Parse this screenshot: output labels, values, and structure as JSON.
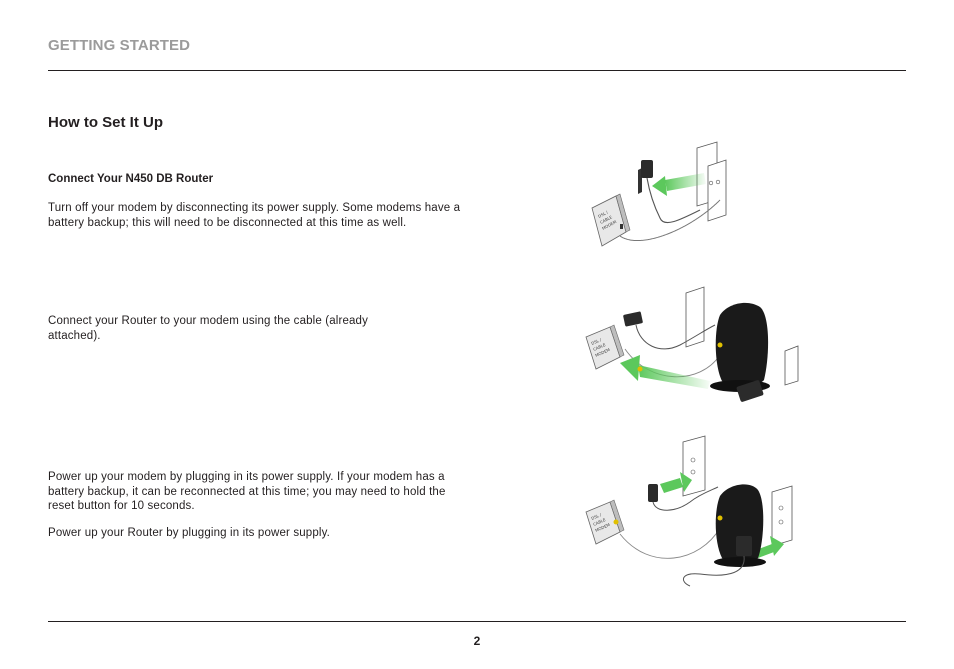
{
  "header": {
    "section_title": "GETTING STARTED"
  },
  "page_heading": "How to Set It Up",
  "steps": [
    {
      "subheading": "Connect Your N450 DB Router",
      "text": "Turn off your modem by disconnecting its power supply. Some modems have a battery backup; this will need to be disconnected at this time as well."
    },
    {
      "text": "Connect your Router to your modem using the cable (already attached)."
    },
    {
      "text": "Power up your modem by plugging in its power supply. If your modem has a battery backup, it can be reconnected at this time; you may need to hold the reset button for 10 seconds.",
      "text2": "Power up your Router by plugging in its power supply."
    }
  ],
  "modem_label": [
    "DSL /",
    "CABLE",
    "MODEM"
  ],
  "colors": {
    "heading_gray": "#9b9b9b",
    "arrow_green": "#5cc85c",
    "router_black": "#1a1a1a"
  },
  "footer": {
    "page_number": "2"
  }
}
